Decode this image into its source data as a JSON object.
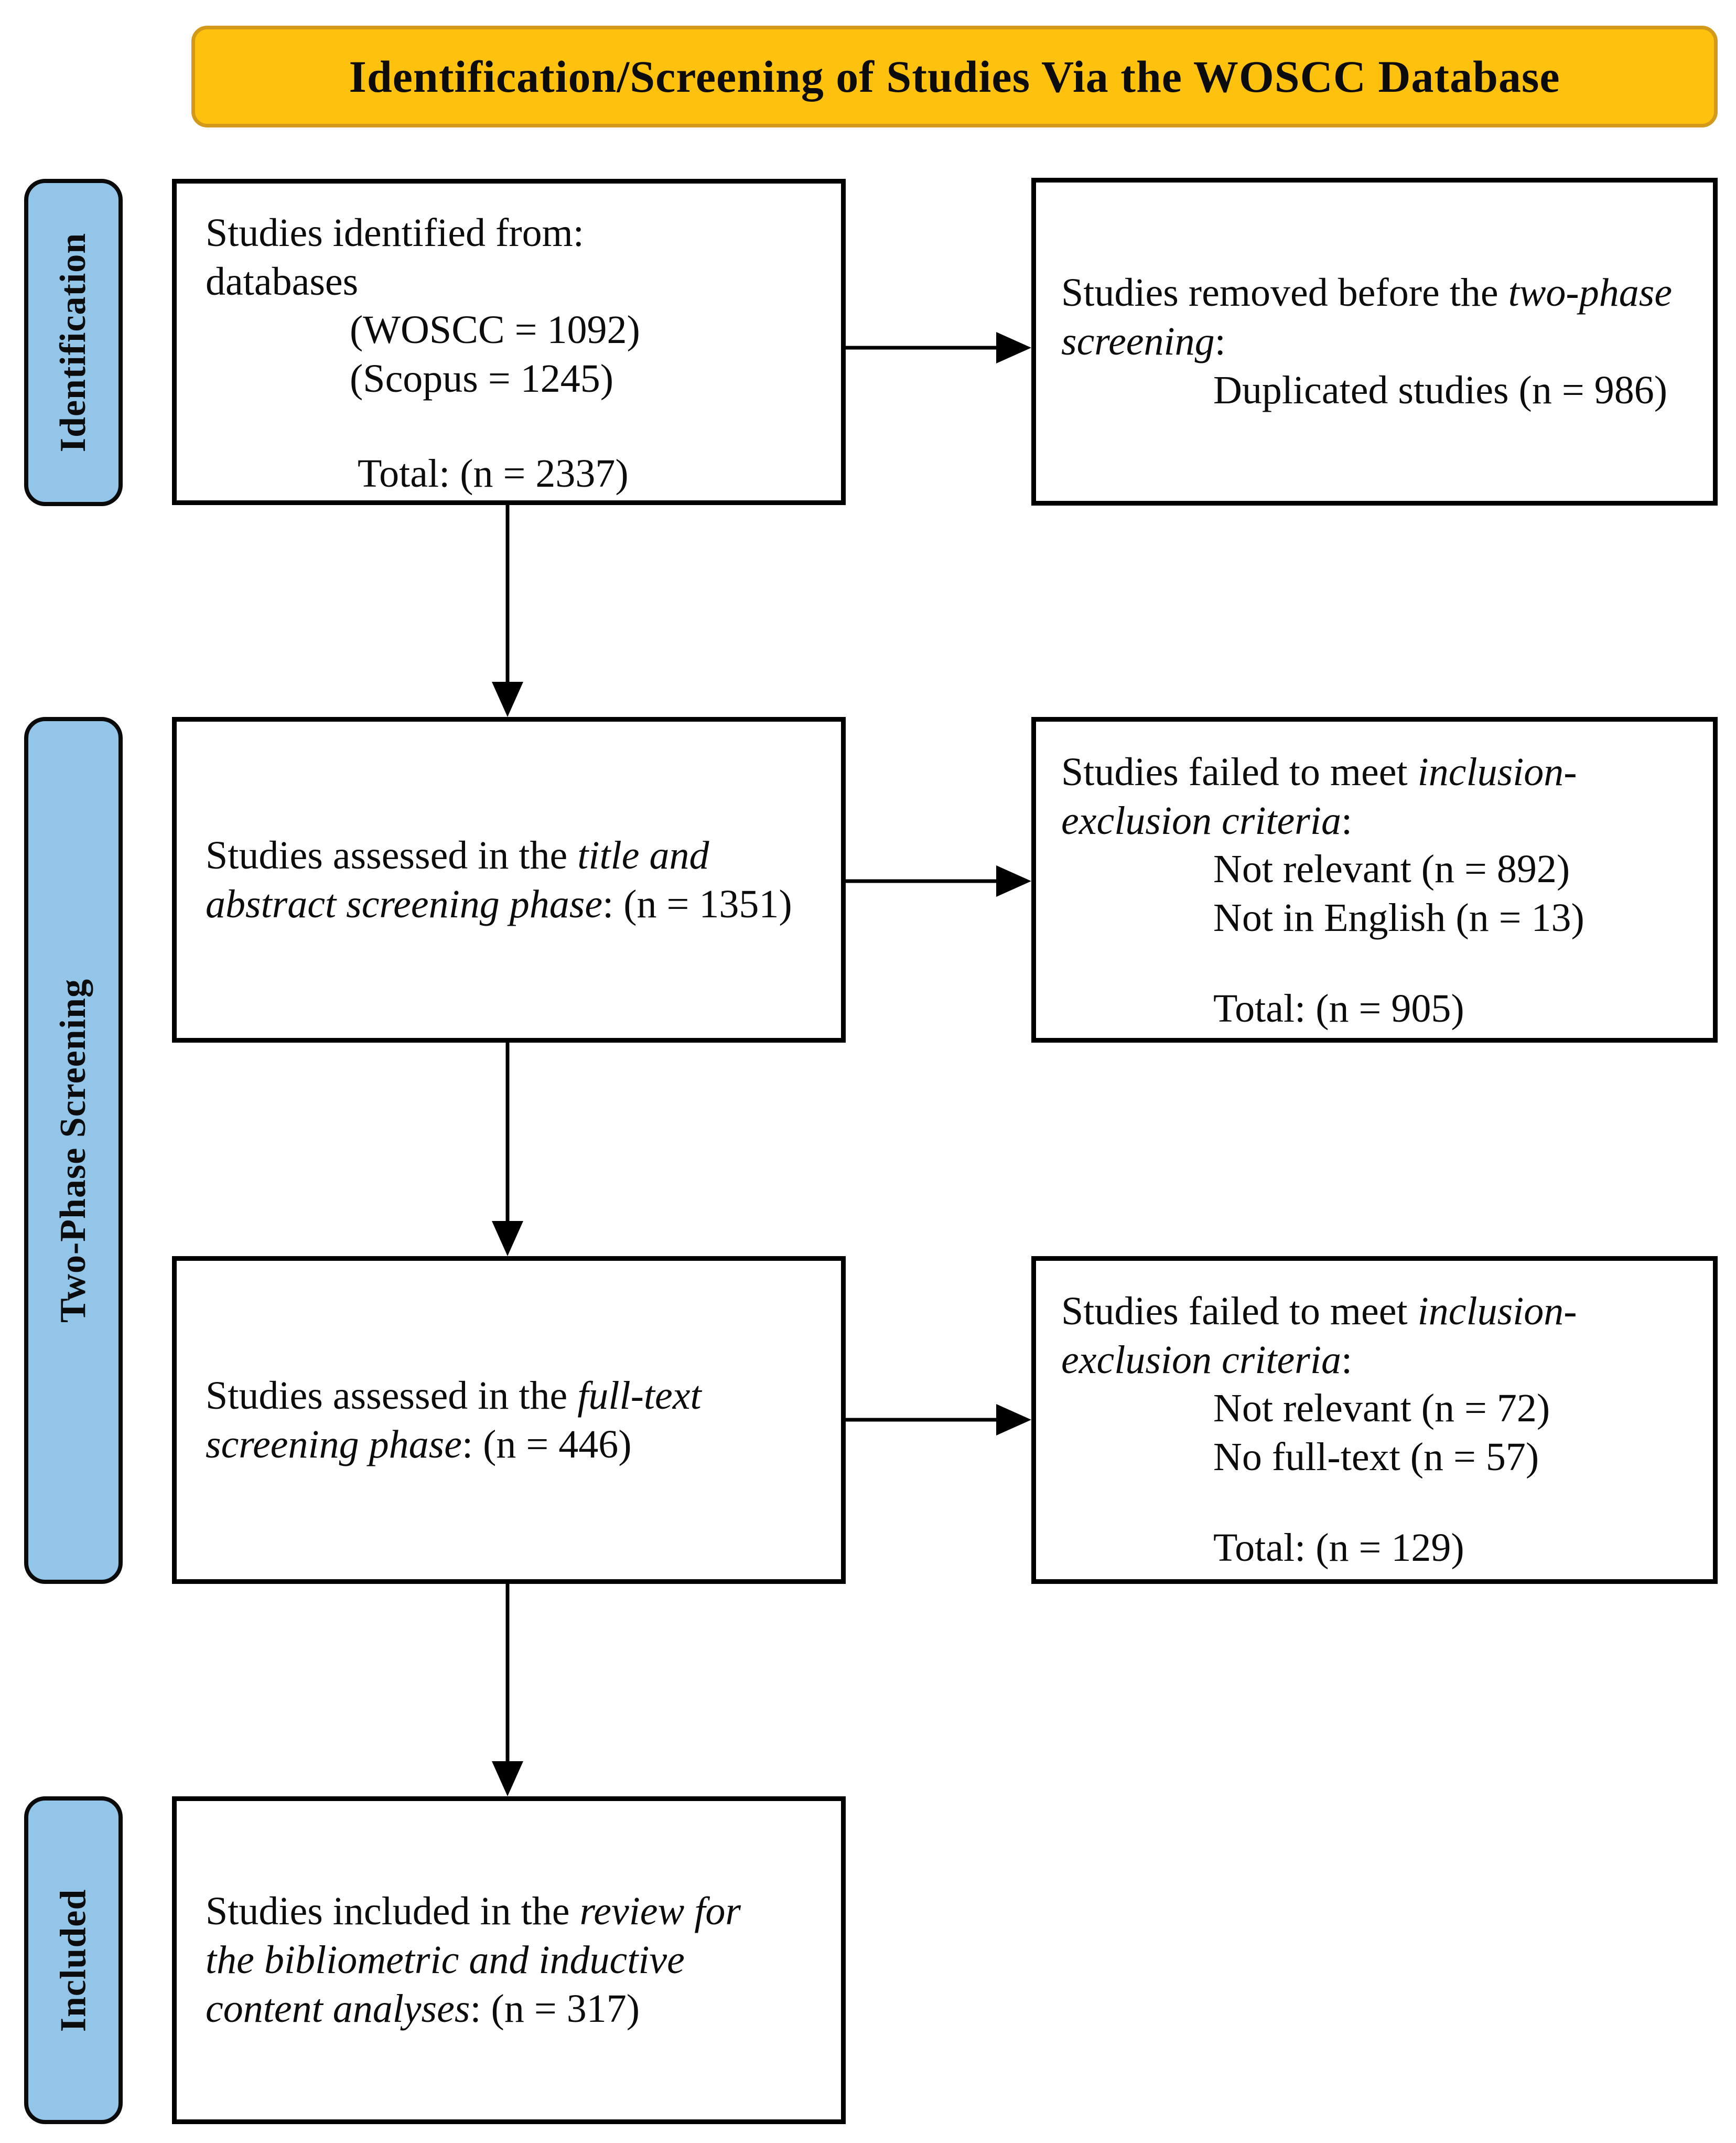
{
  "banner": {
    "title": "Identification/Screening of Studies Via the WOSCC Database"
  },
  "stages": [
    "Identification",
    "Two-Phase Screening",
    "Included"
  ],
  "boxes": {
    "identified": {
      "line1": "Studies identified from:",
      "line2": "databases",
      "woscc": "(WOSCC = 1092)",
      "scopus": "(Scopus = 1245)",
      "total": "Total: (n = 2337)"
    },
    "removed": {
      "lead": "Studies removed before the ",
      "emphasis": "two-phase screening",
      "tail": ":",
      "item": "Duplicated studies (n = 986)"
    },
    "title_abstract": {
      "lead": "Studies assessed in the ",
      "emphasis": "title and abstract screening phase",
      "tail": ": (n = 1351)"
    },
    "failed_screening": {
      "lead": "Studies failed to meet ",
      "emphasis": "inclusion-exclusion criteria",
      "tail": ":",
      "item1": "Not relevant (n = 892)",
      "item2": "Not in English (n = 13)",
      "total": "Total: (n = 905)"
    },
    "full_text": {
      "lead": "Studies assessed in the ",
      "emphasis": "full-text screening phase",
      "tail": ": (n = 446)"
    },
    "failed_fulltext": {
      "lead": "Studies failed to meet ",
      "emphasis": "inclusion-exclusion criteria",
      "tail": ":",
      "item1": "Not relevant (n = 72)",
      "item2": "No full-text (n = 57)",
      "total": "Total: (n = 129)"
    },
    "included": {
      "lead": "Studies included in the ",
      "emphasis": "review for the bibliometric and inductive content analyses",
      "tail": ": (n = 317)"
    }
  },
  "colors": {
    "banner_fill": "#FEC10D",
    "banner_border": "#D2991A",
    "stage_fill": "#92C5E8",
    "line_color": "#000000"
  }
}
